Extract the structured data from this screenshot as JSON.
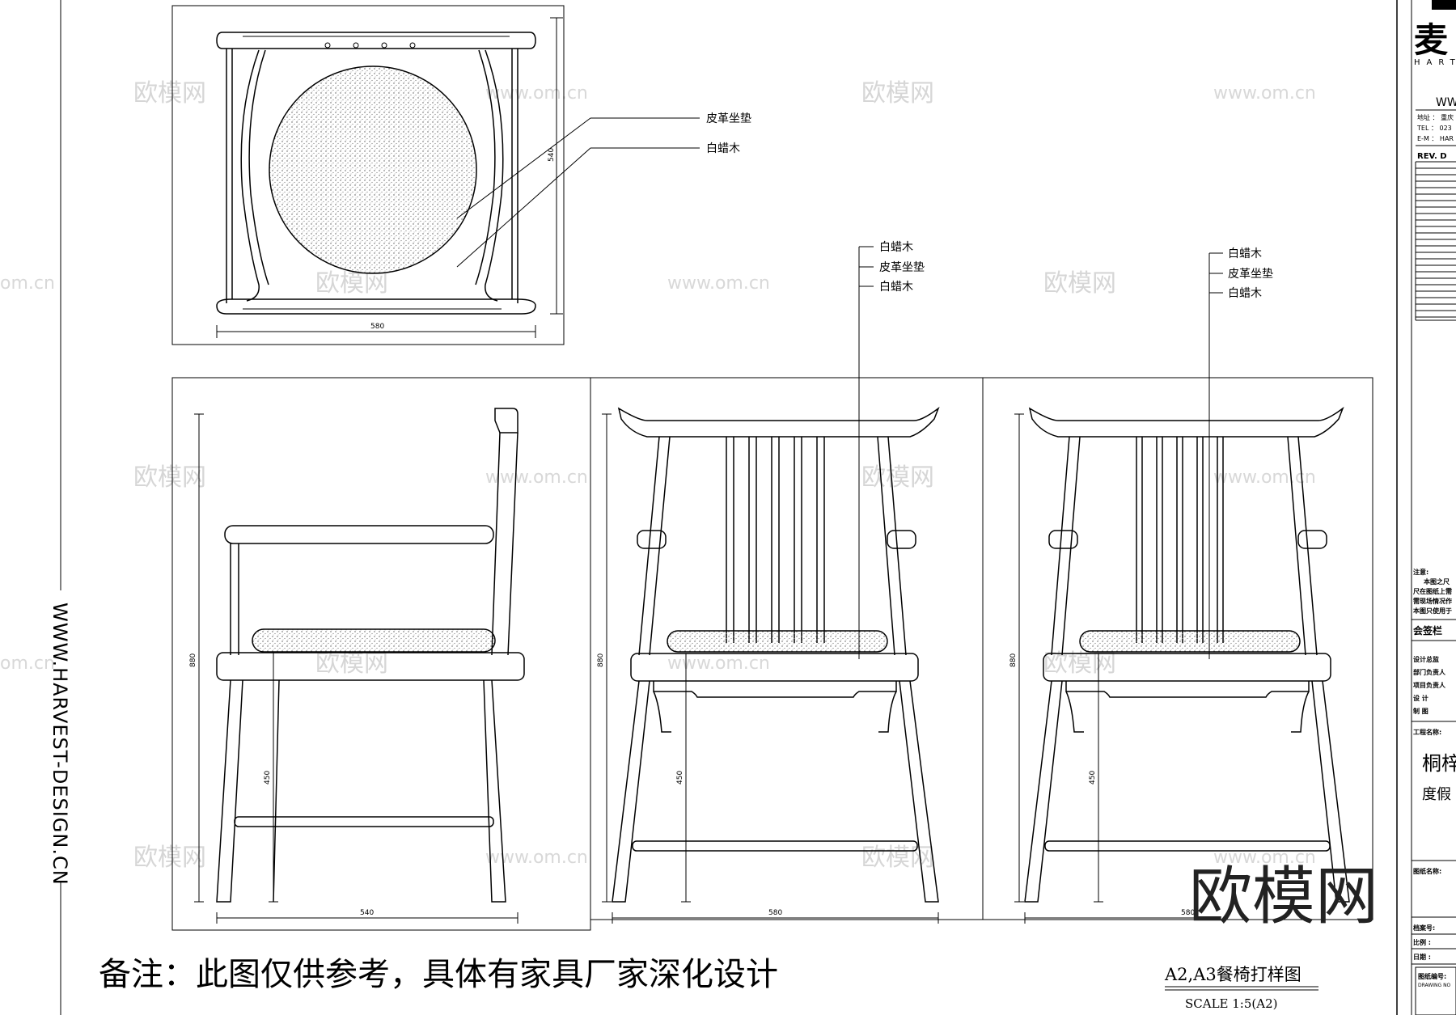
{
  "watermarks": {
    "cn": "欧模网",
    "url": "www.om.cn",
    "url_partial": "om.cn",
    "big": "欧模网"
  },
  "vertical_text": "WWW.HARVEST-DESIGN.CN",
  "top_view": {
    "callouts": [
      "皮革坐垫",
      "白蜡木"
    ],
    "dim_width": "580",
    "dim_depth": "540"
  },
  "side_view": {
    "dim_height": "880",
    "dim_seat": "450",
    "dim_width": "540"
  },
  "front_view": {
    "callouts": [
      "白蜡木",
      "皮革坐垫",
      "白蜡木"
    ],
    "dim_height": "880",
    "dim_seat": "450",
    "dim_width": "580"
  },
  "back_view": {
    "callouts": [
      "白蜡木",
      "皮革坐垫",
      "白蜡木"
    ],
    "dim_height": "880",
    "dim_seat": "450",
    "dim_width": "580"
  },
  "note": "备注：此图仅供参考，具体有家具厂家深化设计",
  "drawing_title": "A2,A3餐椅打样图",
  "scale": "SCALE  1:5(A2)",
  "title_block": {
    "logo_cn": "麦",
    "logo_en": "HART",
    "url": "WW",
    "addr": "地址 ：  重庆",
    "tel": "TEL  ：  023",
    "email": "E-M  ：  HAR",
    "rev": "REV.  D",
    "notes_head": "注意:",
    "notes": [
      "本图之尺",
      "尺在图纸上需",
      "需现场情况作",
      "本图只使用于"
    ],
    "sign": "会签栏",
    "roles": [
      "设计总监",
      "部门负责人",
      "项目负责人",
      "设      计",
      "制      图"
    ],
    "project_label": "工程名称:",
    "project_1": "桐梓",
    "project_2": "度假",
    "sheet_label": "图纸名称:",
    "archive": "档案号:",
    "ratio": "比例   :",
    "date": "日期   :",
    "sheet_no": "图纸编号:",
    "drawing_no": "DRAWING NO"
  }
}
